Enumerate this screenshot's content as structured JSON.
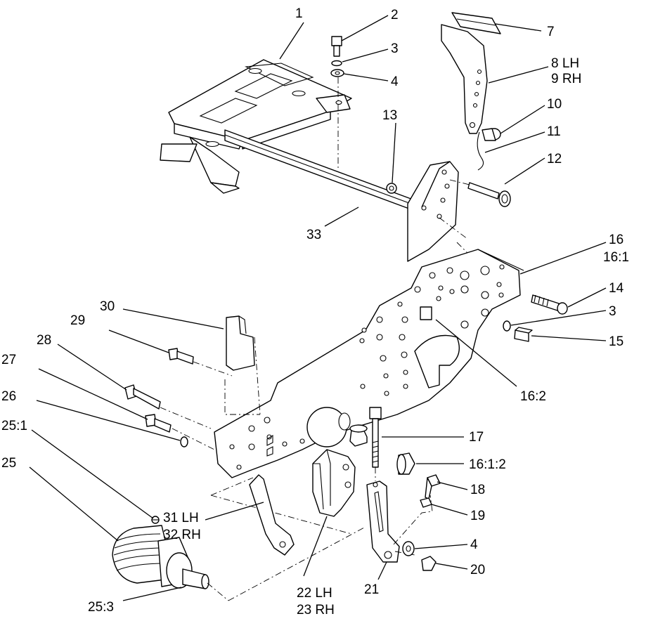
{
  "diagram": {
    "callouts": {
      "c1": "1",
      "c2": "2",
      "c3a": "3",
      "c4a": "4",
      "c7": "7",
      "c8": "8 LH",
      "c9": "9 RH",
      "c10": "10",
      "c11": "11",
      "c12": "12",
      "c13": "13",
      "c33": "33",
      "c16": "16",
      "c16_1": "16:1",
      "c14": "14",
      "c3b": "3",
      "c15": "15",
      "c16_2": "16:2",
      "c30": "30",
      "c29": "29",
      "c28": "28",
      "c27": "27",
      "c26": "26",
      "c25_1": "25:1",
      "c25": "25",
      "c17": "17",
      "c16_1_2": "16:1:2",
      "c18": "18",
      "c19": "19",
      "c4b": "4",
      "c20": "20",
      "c21": "21",
      "c22": "22 LH",
      "c23": "23 RH",
      "c31": "31 LH",
      "c32": "32 RH",
      "c25_3": "25:3"
    }
  }
}
